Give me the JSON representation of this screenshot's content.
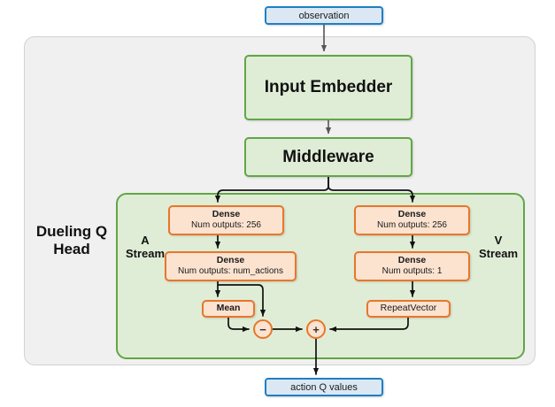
{
  "diagram": {
    "title": "Dueling Q Head network architecture",
    "colors": {
      "io_border": "#1f7fc4",
      "io_fill": "#dbe8f4",
      "module_border": "#61a645",
      "module_fill": "#e0edd6",
      "op_border": "#e8762c",
      "op_fill": "#fce3d0",
      "outer_fill": "#f0f0f0",
      "outer_border": "#d2d2d2",
      "edge": "#111111"
    },
    "io": {
      "input_label": "observation",
      "output_label": "action Q values"
    },
    "modules": {
      "input_embedder": "Input Embedder",
      "middleware": "Middleware"
    },
    "group_labels": {
      "head": "Dueling Q Head",
      "a_stream": "A\nStream",
      "a_stream_line1": "A",
      "a_stream_line2": "Stream",
      "v_stream_line1": "V",
      "v_stream_line2": "Stream"
    },
    "a_stream": {
      "dense_1_title": "Dense",
      "dense_1_sub": "Num outputs: 256",
      "dense_2_title": "Dense",
      "dense_2_sub": "Num outputs: num_actions",
      "mean_label": "Mean"
    },
    "v_stream": {
      "dense_1_title": "Dense",
      "dense_1_sub": "Num outputs: 256",
      "dense_2_title": "Dense",
      "dense_2_sub": "Num outputs: 1",
      "repeat_vector_label": "RepeatVector"
    },
    "operators": {
      "subtract": "−",
      "add": "+"
    }
  }
}
